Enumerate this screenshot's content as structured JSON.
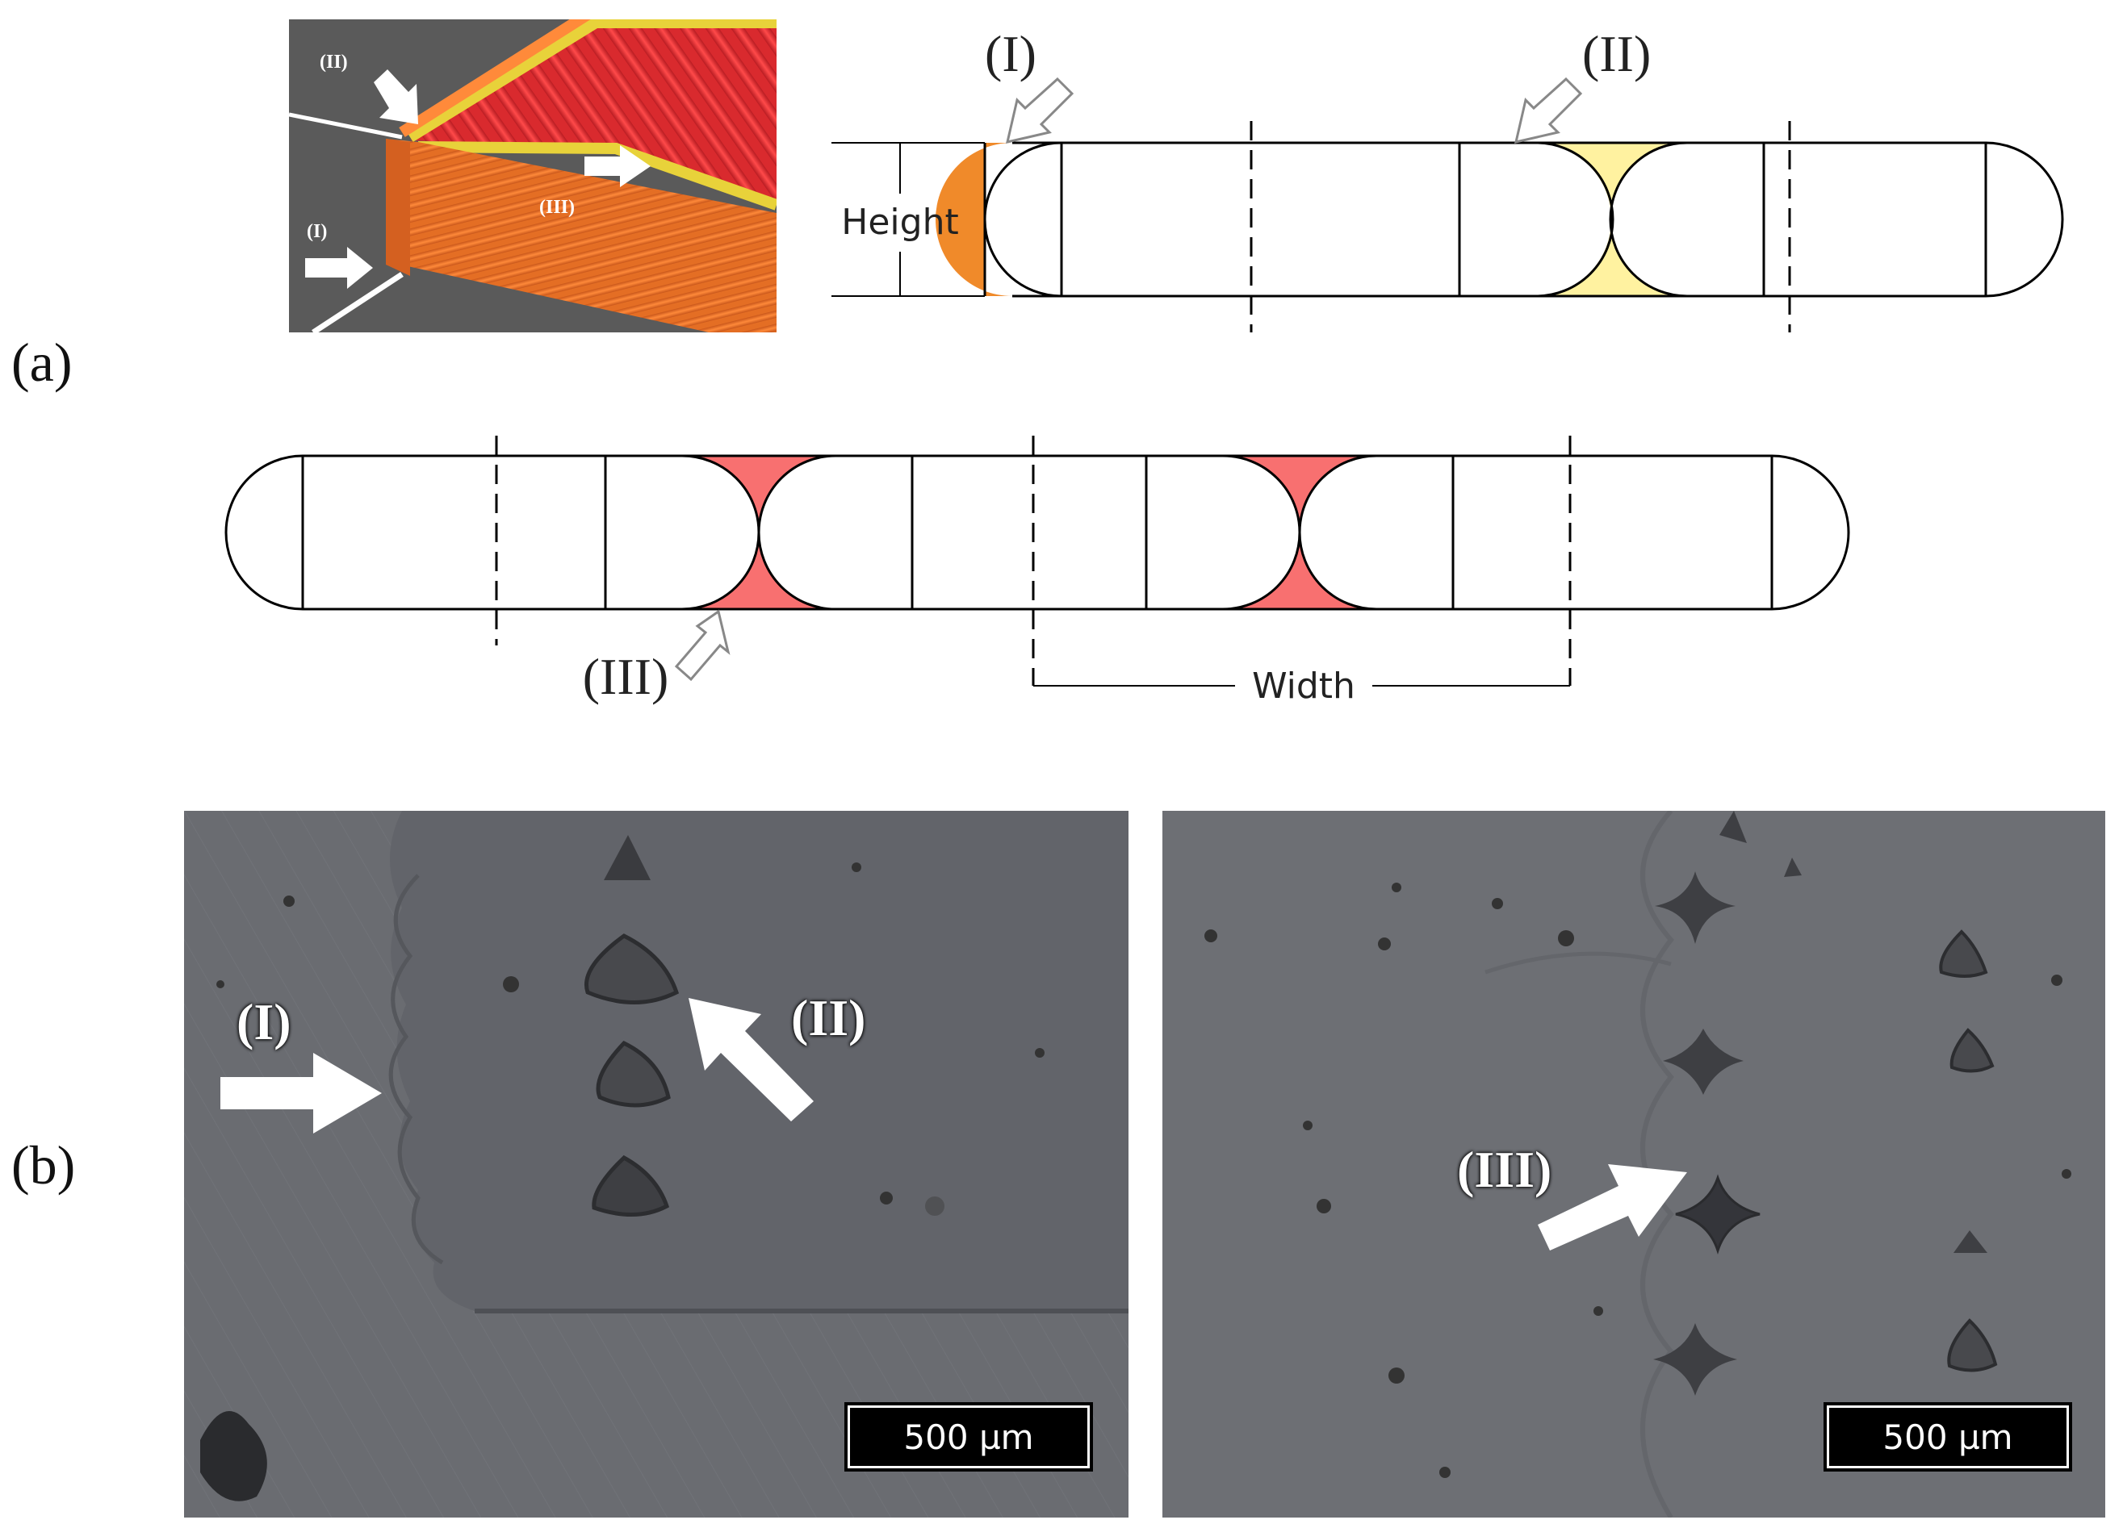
{
  "panel_labels": {
    "a": "(a)",
    "b": "(b)"
  },
  "render3d": {
    "callout_1": "(I)",
    "callout_2": "(II)",
    "callout_3": "(III)"
  },
  "diagram_top": {
    "label_1": "(I)",
    "label_2": "(II)",
    "height_label": "Height"
  },
  "diagram_bottom": {
    "label_3": "(III)",
    "width_label": "Width"
  },
  "micrograph_left": {
    "callout_1": "(I)",
    "callout_2": "(II)",
    "scale_bar": "500 µm"
  },
  "micrograph_right": {
    "callout_3": "(III)",
    "scale_bar": "500 µm"
  },
  "colors": {
    "perimeter_orange": "#f08a2a",
    "gap_yellow": "#fff2a0",
    "gap_red": "#f87070",
    "render_gray": "#5a5a5a",
    "micro_gray": "#6b6d72"
  }
}
